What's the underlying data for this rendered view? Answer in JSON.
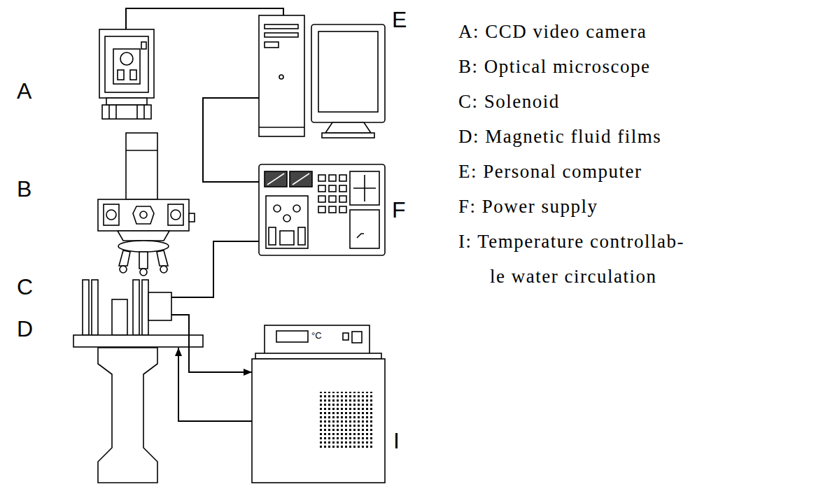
{
  "diagram": {
    "nodes": [
      {
        "text": [
          "A"
        ]
      },
      {
        "text": [
          "B"
        ]
      },
      {
        "text": [
          "C"
        ]
      },
      {
        "text": [
          "D"
        ]
      },
      {
        "text": [
          "E"
        ]
      },
      {
        "text": [
          "F"
        ]
      },
      {
        "text": [
          "I"
        ]
      }
    ],
    "edges": [
      {
        "from": 0,
        "to": 4,
        "arrow": "none"
      },
      {
        "from": 4,
        "to": 5,
        "arrow": "none"
      },
      {
        "from": 5,
        "to": 2,
        "arrow": "none"
      },
      {
        "from": 2,
        "to": 6,
        "arrow": "to"
      },
      {
        "from": 6,
        "to": 3,
        "arrow": "to"
      }
    ],
    "labels": [
      "A: CCD video camera",
      "B: Optical microscope",
      "C: Solenoid",
      "D: Magnetic fluid films",
      "E: Personal computer",
      "F: Power supply",
      "I: Temperature controllab- le water circulation",
      "°C"
    ]
  }
}
